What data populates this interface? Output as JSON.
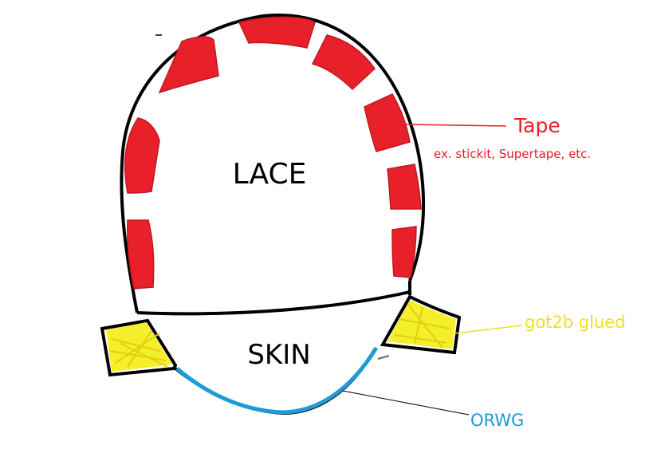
{
  "regions": {
    "lace": "LACE",
    "skin": "SKIN"
  },
  "callouts": {
    "tape": {
      "label": "Tape",
      "sublabel": "ex. stickit, Supertape, etc.",
      "color": "#e8202a"
    },
    "glue": {
      "label": "got2b glued",
      "color": "#f0e020"
    },
    "orwg": {
      "label": "ORWG",
      "color": "#1a9ad6"
    }
  },
  "colors": {
    "outline": "#000000",
    "tape_fill": "#e8202a",
    "glue_fill": "#f5ee2a",
    "orwg_stroke": "#1e9cd8"
  }
}
